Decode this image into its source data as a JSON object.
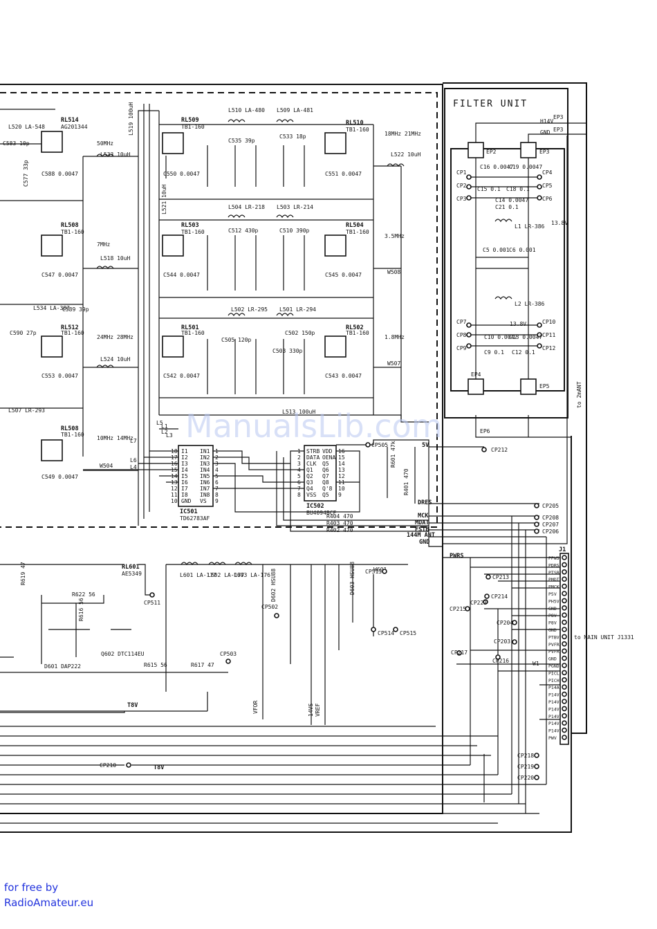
{
  "filter_unit": {
    "title": "FILTER UNIT",
    "ep3": "EP3",
    "ep2": "EP2",
    "ep4": "EP4",
    "ep5": "EP5",
    "ep6": "EP6",
    "h14v": "H14V",
    "gnd": "GND",
    "to_2mant": "to 2mANT",
    "v138_a": "13.8V",
    "v138_b": "13.8V",
    "parts": [
      "C16 0.0047",
      "C19 0.0047",
      "C15 0.1",
      "C18 0.1",
      "C14 0.0047",
      "C21 0.1",
      "L1 LR-386",
      "C5 0.001",
      "C6 0.001",
      "L2 LR-386",
      "C10 0.0047",
      "C13 0.0047",
      "C9 0.1",
      "C12 0.1"
    ],
    "cp_left": [
      "CP1",
      "CP2",
      "CP3",
      "CP7",
      "CP8",
      "CP9"
    ],
    "cp_right": [
      "CP4",
      "CP5",
      "CP6",
      "CP10",
      "CP11",
      "CP12"
    ]
  },
  "relays": [
    {
      "ref": "RL514",
      "type": "AG201344"
    },
    {
      "ref": "RL509",
      "type": "TB1-160"
    },
    {
      "ref": "RL510",
      "type": "TB1-160"
    },
    {
      "ref": "RL508",
      "type": "TB1-160"
    },
    {
      "ref": "RL503",
      "type": "TB1-160"
    },
    {
      "ref": "RL504",
      "type": "TB1-160"
    },
    {
      "ref": "RL512",
      "type": "TB1-160"
    },
    {
      "ref": "RL501",
      "type": "TB1-160"
    },
    {
      "ref": "RL502",
      "type": "TB1-160"
    },
    {
      "ref": "RL508",
      "type": "TB1-160"
    },
    {
      "ref": "RL601",
      "type": "AE5349"
    }
  ],
  "bands": [
    "50MHz",
    "7MHz",
    "24MHz 28MHz",
    "10MHz 14MHz",
    "18MHz 21MHz",
    "3.5MHz",
    "1.8MHz"
  ],
  "inductors": [
    "L520 LA-548",
    "L533 10uH",
    "L519 100uH",
    "L510 LA-480",
    "L509 LA-481",
    "L522 10uH",
    "L521 10uH",
    "L504 LR-218",
    "L503 LR-214",
    "L518 10uH",
    "L534 LA-387",
    "L502 LR-295",
    "L501 LR-294",
    "L524 10uH",
    "L507 LR-293",
    "L513 100uH"
  ],
  "capacitors": [
    "C583 10p",
    "C577 33p",
    "C588 0.0047",
    "C550 0.0047",
    "C535 39p",
    "C533 18p",
    "C551 0.0047",
    "C512 430p",
    "C510 390p",
    "C547 0.0047",
    "C544 0.0047",
    "C545 0.0047",
    "C589 39p",
    "C590 27p",
    "C505 120p",
    "C502 150p",
    "C503 330p",
    "C553 0.0047",
    "C542 0.0047",
    "C543 0.0047",
    "C549 0.0047"
  ],
  "ics": {
    "ic501": {
      "ref": "IC501",
      "part": "TD62783AF",
      "left": [
        "I1",
        "I2",
        "I3",
        "I4",
        "I5",
        "I6",
        "I7",
        "I8",
        "GND"
      ],
      "right": [
        "IN1",
        "IN2",
        "IN3",
        "IN4",
        "IN5",
        "IN6",
        "IN7",
        "IN8",
        "VS"
      ],
      "lpins": [
        "18",
        "17",
        "16",
        "15",
        "14",
        "13",
        "12",
        "11",
        "10"
      ],
      "rpins": [
        "1",
        "2",
        "3",
        "4",
        "5",
        "6",
        "7",
        "8",
        "9"
      ]
    },
    "ic502": {
      "ref": "IC502",
      "part": "BU4094BCF",
      "left": [
        "STRB",
        "DATA",
        "CLK",
        "Q1",
        "Q2",
        "Q3",
        "Q4",
        "VSS"
      ],
      "right": [
        "VDD",
        "OENA",
        "Q5",
        "Q6",
        "Q7",
        "Q8",
        "Q'8",
        "Q5"
      ],
      "lpins": [
        "1",
        "2",
        "3",
        "4",
        "5",
        "6",
        "7",
        "8"
      ],
      "rpins": [
        "16",
        "15",
        "14",
        "13",
        "12",
        "11",
        "10",
        "9"
      ]
    }
  },
  "ic_lines": [
    "L1",
    "L2",
    "L3",
    "L4",
    "L5",
    "L6",
    "L7"
  ],
  "signals": [
    "5V",
    "DRES",
    "MCK",
    "MDAT",
    "FSTB",
    "144M ANT",
    "GND",
    "PWRS",
    "T8V",
    "VFOR",
    "14VS",
    "VREF"
  ],
  "test_points": [
    "CP505",
    "CP212",
    "CP205",
    "CP206",
    "CP207",
    "CP208",
    "CP213",
    "CP214",
    "CP215",
    "CP223",
    "CP204",
    "CP203",
    "CP217",
    "CP218",
    "CP216",
    "CP219",
    "CP220",
    "CP210",
    "CP513",
    "CP511",
    "CP502",
    "CP503",
    "CP514",
    "CP515"
  ],
  "resistors": [
    "R401 470",
    "R601 47k",
    "R404 470",
    "R403 470",
    "R402 470",
    "R622 56",
    "R616 56",
    "R615 56",
    "R617 47",
    "R619 47"
  ],
  "misc": [
    "W508",
    "W507",
    "W504",
    "W601",
    "W1",
    "L601 LA-177",
    "L602 LA-177",
    "L603 LA-176",
    "D601 DAP222",
    "Q602 DTC114EU",
    "D603 HSU88",
    "D602 HSU88",
    "J1"
  ],
  "connector": {
    "label": "J1",
    "to_main": "to MAIN UNIT J1331",
    "pins": [
      "PPWS",
      "PDRS",
      "PTSB",
      "PMDT",
      "PMCK",
      "P5V",
      "PH5V",
      "GND",
      "P8V",
      "P8V",
      "GND",
      "PTBV",
      "PVFR",
      "PVFR",
      "GND",
      "PGND",
      "PICL",
      "PICH",
      "P14A",
      "P14V",
      "P14V",
      "P14V",
      "P14V",
      "P14V",
      "P14V",
      "PWV"
    ]
  },
  "watermark": "ManualsLib.com",
  "footer": [
    "for free by",
    "RadioAmateur.eu"
  ]
}
